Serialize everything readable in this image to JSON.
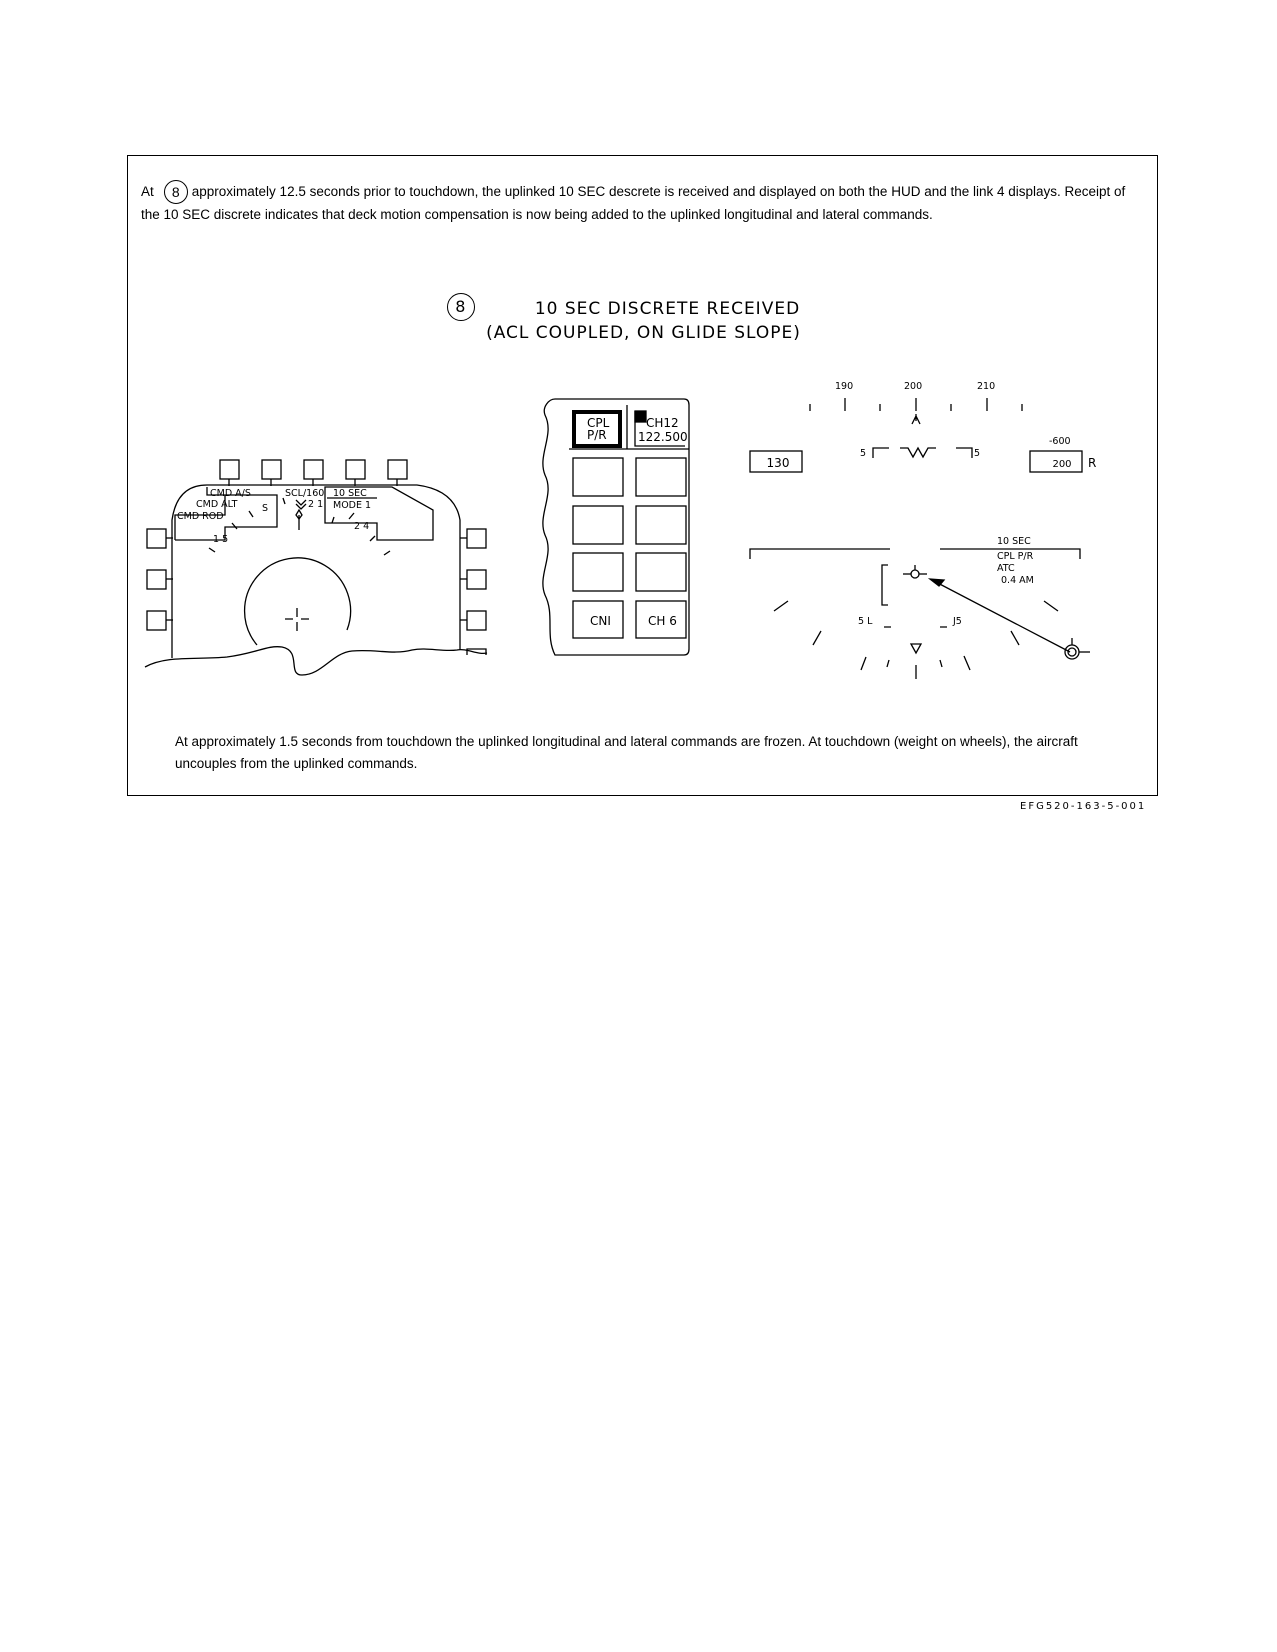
{
  "intro": {
    "marker": "8",
    "text_before": "At",
    "text": "approximately 12.5 seconds prior to touchdown, the uplinked 10 SEC descrete is received and displayed on both the HUD and the link 4 displays. Receipt of the 10 SEC discrete indicates that deck motion compensation is now being added to the uplinked longitudinal and lateral commands."
  },
  "heading": {
    "marker": "8",
    "line1": "10 SEC DISCRETE RECEIVED",
    "line2": "(ACL COUPLED, ON GLIDE SLOPE)"
  },
  "mfd": {
    "cmd_as": "CMD A/S",
    "cmd_alt": "CMD ALT",
    "cmd_rod": "CMD ROD",
    "scl": "SCL/160",
    "ten_sec": "10 SEC",
    "mode": "MODE 1",
    "tick_15": "1 5",
    "tick_s": "S",
    "tick_21": "2 1",
    "tick_24": "2 4"
  },
  "ufcd": {
    "cpl_line1": "CPL",
    "cpl_line2": "P/R",
    "channel": "CH12",
    "frequency": "122.500",
    "cni": "CNI",
    "ch6": "CH 6"
  },
  "hud": {
    "heading_190": "190",
    "heading_200": "200",
    "heading_210": "210",
    "airspeed": "130",
    "vv": "-600",
    "altitude": "200",
    "alt_mode": "R",
    "pitch_left": "5",
    "pitch_right": "5",
    "ten_sec": "10 SEC",
    "cpl": "CPL P/R",
    "atc": "ATC",
    "am": "0.4 AM",
    "bottom_left": "5 L",
    "bottom_right": "J5"
  },
  "closing": {
    "text": "At approximately 1.5 seconds from touchdown the uplinked longitudinal and lateral commands are frozen. At touchdown (weight on wheels), the aircraft uncouples from the uplinked commands."
  },
  "figure_id": "EFG520-163-5-001"
}
